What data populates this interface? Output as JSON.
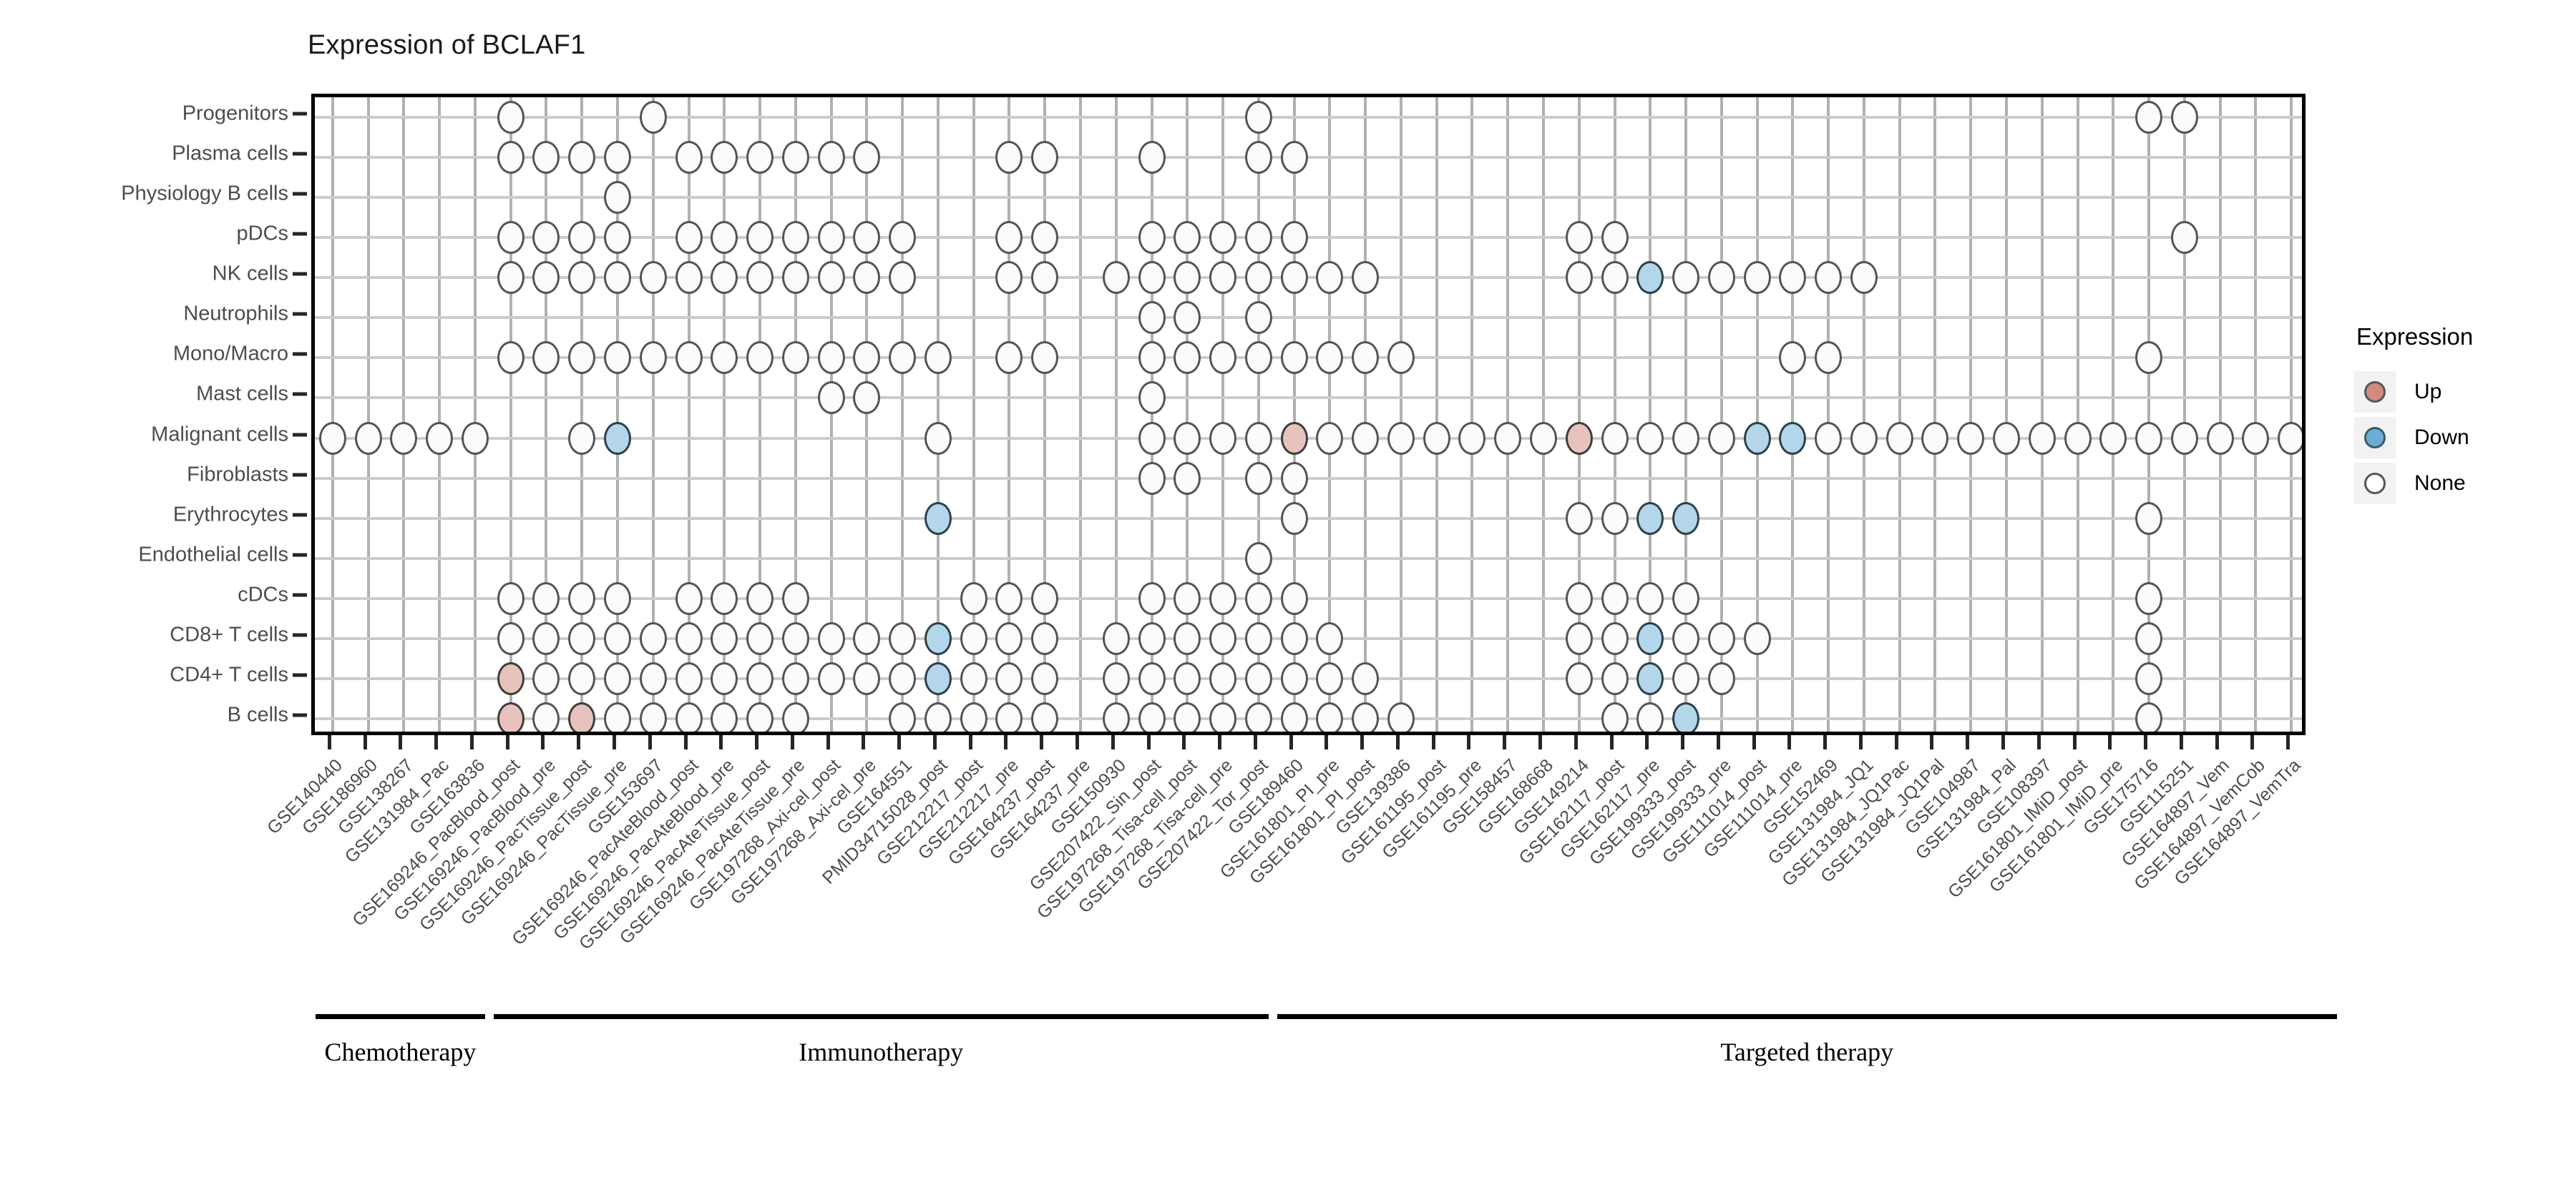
{
  "title": "Expression of BCLAF1",
  "legend": {
    "title": "Expression",
    "items": [
      {
        "label": "Up",
        "color": "#d08c7e",
        "key": "up"
      },
      {
        "label": "Down",
        "color": "#6badd6",
        "key": "down"
      },
      {
        "label": "None",
        "color": "#ffffff",
        "key": "none"
      }
    ]
  },
  "groups": [
    {
      "label": "Chemotherapy",
      "start": 0,
      "end": 4
    },
    {
      "label": "Immunotherapy",
      "start": 5,
      "end": 26
    },
    {
      "label": "Targeted therapy",
      "start": 27,
      "end": 56
    }
  ],
  "chart_data": {
    "type": "heatmap",
    "title": "Expression of BCLAF1",
    "xlabel": "",
    "ylabel": "",
    "grid": true,
    "legend_position": "right",
    "value_levels": [
      "Up",
      "Down",
      "None"
    ],
    "colors": {
      "Up": "#d08c7e",
      "Down": "#6badd6",
      "None": "#ffffff",
      "empty": null
    },
    "rows": [
      "Progenitors",
      "Plasma cells",
      "Physiology B cells",
      "pDCs",
      "NK cells",
      "Neutrophils",
      "Mono/Macro",
      "Mast cells",
      "Malignant cells",
      "Fibroblasts",
      "Erythrocytes",
      "Endothelial cells",
      "cDCs",
      "CD8+ T cells",
      "CD4+ T cells",
      "B cells"
    ],
    "columns": [
      "GSE140440",
      "GSE186960",
      "GSE138267",
      "GSE131984_Pac",
      "GSE163836",
      "GSE169246_PacBlood_post",
      "GSE169246_PacBlood_pre",
      "GSE169246_PacTissue_post",
      "GSE169246_PacTissue_pre",
      "GSE153697",
      "GSE169246_PacAteBlood_post",
      "GSE169246_PacAteBlood_pre",
      "GSE169246_PacAteTissue_post",
      "GSE169246_PacAteTissue_pre",
      "GSE197268_Axi-cel_post",
      "GSE197268_Axi-cel_pre",
      "GSE164551",
      "PMID34715028_post",
      "GSE212217_post",
      "GSE212217_pre",
      "GSE164237_post",
      "GSE164237_pre",
      "GSE150930",
      "GSE207422_Sin_post",
      "GSE197268_Tisa-cell_post",
      "GSE197268_Tisa-cell_pre",
      "GSE207422_Tor_post",
      "GSE189460",
      "GSE161801_PI_pre",
      "GSE161801_PI_post",
      "GSE139386",
      "GSE161195_post",
      "GSE161195_pre",
      "GSE158457",
      "GSE168668",
      "GSE149214",
      "GSE162117_post",
      "GSE162117_pre",
      "GSE199333_post",
      "GSE199333_pre",
      "GSE111014_post",
      "GSE111014_pre",
      "GSE152469",
      "GSE131984_JQ1",
      "GSE131984_JQ1Pac",
      "GSE131984_JQ1Pal",
      "GSE104987",
      "GSE131984_Pal",
      "GSE108397",
      "GSE161801_IMiD_post",
      "GSE161801_IMiD_pre",
      "GSE175716",
      "GSE115251",
      "GSE164897_Vem",
      "GSE164897_VemCob",
      "GSE164897_VemTra"
    ],
    "matrix": [
      [
        "",
        "",
        "",
        "",
        "",
        "None",
        "",
        "",
        "",
        "None",
        "",
        "",
        "",
        "",
        "",
        "",
        "",
        "",
        "",
        "",
        "",
        "",
        "",
        "",
        "",
        "",
        "None",
        "",
        "",
        "",
        "",
        "",
        "",
        "",
        "",
        "",
        "",
        "",
        "",
        "",
        "",
        "",
        "",
        "",
        "",
        "",
        "",
        "",
        "",
        "",
        "",
        "None",
        "None",
        "",
        "",
        ""
      ],
      [
        "",
        "",
        "",
        "",
        "",
        "None",
        "None",
        "None",
        "None",
        "",
        "None",
        "None",
        "None",
        "None",
        "None",
        "None",
        "",
        "",
        "",
        "None",
        "None",
        "",
        "",
        "None",
        "",
        "",
        "None",
        "None",
        "",
        "",
        "",
        "",
        "",
        "",
        "",
        "",
        "",
        "",
        "",
        "",
        "",
        "",
        "",
        "",
        "",
        "",
        "",
        "",
        "",
        "",
        "",
        "",
        "",
        "",
        "",
        ""
      ],
      [
        "",
        "",
        "",
        "",
        "",
        "",
        "",
        "",
        "None",
        "",
        "",
        "",
        "",
        "",
        "",
        "",
        "",
        "",
        "",
        "",
        "",
        "",
        "",
        "",
        "",
        "",
        "",
        "",
        "",
        "",
        "",
        "",
        "",
        "",
        "",
        "",
        "",
        "",
        "",
        "",
        "",
        "",
        "",
        "",
        "",
        "",
        "",
        "",
        "",
        "",
        "",
        "",
        "",
        "",
        "",
        ""
      ],
      [
        "",
        "",
        "",
        "",
        "",
        "None",
        "None",
        "None",
        "None",
        "",
        "None",
        "None",
        "None",
        "None",
        "None",
        "None",
        "None",
        "",
        "",
        "None",
        "None",
        "",
        "",
        "None",
        "None",
        "None",
        "None",
        "None",
        "",
        "",
        "",
        "",
        "",
        "",
        "",
        "None",
        "None",
        "",
        "",
        "",
        "",
        "",
        "",
        "",
        "",
        "",
        "",
        "",
        "",
        "",
        "",
        "",
        "None",
        "",
        "",
        ""
      ],
      [
        "",
        "",
        "",
        "",
        "",
        "None",
        "None",
        "None",
        "None",
        "None",
        "None",
        "None",
        "None",
        "None",
        "None",
        "None",
        "None",
        "",
        "",
        "None",
        "None",
        "",
        "None",
        "None",
        "None",
        "None",
        "None",
        "None",
        "None",
        "None",
        "",
        "",
        "",
        "",
        "",
        "None",
        "None",
        "Down",
        "None",
        "None",
        "None",
        "None",
        "None",
        "None",
        "",
        "",
        "",
        "",
        "",
        "",
        "",
        "",
        "",
        "",
        "",
        ""
      ],
      [
        "",
        "",
        "",
        "",
        "",
        "",
        "",
        "",
        "",
        "",
        "",
        "",
        "",
        "",
        "",
        "",
        "",
        "",
        "",
        "",
        "",
        "",
        "",
        "None",
        "None",
        "",
        "None",
        "",
        "",
        "",
        "",
        "",
        "",
        "",
        "",
        "",
        "",
        "",
        "",
        "",
        "",
        "",
        "",
        "",
        "",
        "",
        "",
        "",
        "",
        "",
        "",
        "",
        "",
        "",
        "",
        ""
      ],
      [
        "",
        "",
        "",
        "",
        "",
        "None",
        "None",
        "None",
        "None",
        "None",
        "None",
        "None",
        "None",
        "None",
        "None",
        "None",
        "None",
        "None",
        "",
        "None",
        "None",
        "",
        "",
        "None",
        "None",
        "None",
        "None",
        "None",
        "None",
        "None",
        "None",
        "",
        "",
        "",
        "",
        "",
        "",
        "",
        "",
        "",
        "",
        "None",
        "None",
        "",
        "",
        "",
        "",
        "",
        "",
        "",
        "",
        "None",
        "",
        "",
        "",
        ""
      ],
      [
        "",
        "",
        "",
        "",
        "",
        "",
        "",
        "",
        "",
        "",
        "",
        "",
        "",
        "",
        "None",
        "None",
        "",
        "",
        "",
        "",
        "",
        "",
        "",
        "None",
        "",
        "",
        "",
        "",
        "",
        "",
        "",
        "",
        "",
        "",
        "",
        "",
        "",
        "",
        "",
        "",
        "",
        "",
        "",
        "",
        "",
        "",
        "",
        "",
        "",
        "",
        "",
        "",
        "",
        "",
        "",
        ""
      ],
      [
        "None",
        "None",
        "None",
        "None",
        "None",
        "",
        "",
        "None",
        "Down",
        "",
        "",
        "",
        "",
        "",
        "",
        "",
        "",
        "None",
        "",
        "",
        "",
        "",
        "",
        "None",
        "None",
        "None",
        "None",
        "Up",
        "None",
        "None",
        "None",
        "None",
        "None",
        "None",
        "None",
        "Up",
        "None",
        "None",
        "None",
        "None",
        "Down",
        "Down",
        "None",
        "None",
        "None",
        "None",
        "None",
        "None",
        "None",
        "None",
        "None",
        "None",
        "None",
        "None",
        "None",
        "None"
      ],
      [
        "",
        "",
        "",
        "",
        "",
        "",
        "",
        "",
        "",
        "",
        "",
        "",
        "",
        "",
        "",
        "",
        "",
        "",
        "",
        "",
        "",
        "",
        "",
        "None",
        "None",
        "",
        "None",
        "None",
        "",
        "",
        "",
        "",
        "",
        "",
        "",
        "",
        "",
        "",
        "",
        "",
        "",
        "",
        "",
        "",
        "",
        "",
        "",
        "",
        "",
        "",
        "",
        "",
        "",
        "",
        "",
        ""
      ],
      [
        "",
        "",
        "",
        "",
        "",
        "",
        "",
        "",
        "",
        "",
        "",
        "",
        "",
        "",
        "",
        "",
        "",
        "Down",
        "",
        "",
        "",
        "",
        "",
        "",
        "",
        "",
        "",
        "None",
        "",
        "",
        "",
        "",
        "",
        "",
        "",
        "None",
        "None",
        "Down",
        "Down",
        "",
        "",
        "",
        "",
        "",
        "",
        "",
        "",
        "",
        "",
        "",
        "",
        "None",
        "",
        "",
        "",
        ""
      ],
      [
        "",
        "",
        "",
        "",
        "",
        "",
        "",
        "",
        "",
        "",
        "",
        "",
        "",
        "",
        "",
        "",
        "",
        "",
        "",
        "",
        "",
        "",
        "",
        "",
        "",
        "",
        "None",
        "",
        "",
        "",
        "",
        "",
        "",
        "",
        "",
        "",
        "",
        "",
        "",
        "",
        "",
        "",
        "",
        "",
        "",
        "",
        "",
        "",
        "",
        "",
        "",
        "",
        "",
        "",
        "",
        ""
      ],
      [
        "",
        "",
        "",
        "",
        "",
        "None",
        "None",
        "None",
        "None",
        "",
        "None",
        "None",
        "None",
        "None",
        "",
        "",
        "",
        "",
        "None",
        "None",
        "None",
        "",
        "",
        "None",
        "None",
        "None",
        "None",
        "None",
        "",
        "",
        "",
        "",
        "",
        "",
        "",
        "None",
        "None",
        "None",
        "None",
        "",
        "",
        "",
        "",
        "",
        "",
        "",
        "",
        "",
        "",
        "",
        "",
        "None",
        "",
        "",
        "",
        ""
      ],
      [
        "",
        "",
        "",
        "",
        "",
        "None",
        "None",
        "None",
        "None",
        "None",
        "None",
        "None",
        "None",
        "None",
        "None",
        "None",
        "None",
        "Down",
        "None",
        "None",
        "None",
        "",
        "None",
        "None",
        "None",
        "None",
        "None",
        "None",
        "None",
        "",
        "",
        "",
        "",
        "",
        "",
        "None",
        "None",
        "Down",
        "None",
        "None",
        "None",
        "",
        "",
        "",
        "",
        "",
        "",
        "",
        "",
        "",
        "",
        "None",
        "",
        "",
        "",
        ""
      ],
      [
        "",
        "",
        "",
        "",
        "",
        "Up",
        "None",
        "None",
        "None",
        "None",
        "None",
        "None",
        "None",
        "None",
        "None",
        "None",
        "None",
        "Down",
        "None",
        "None",
        "None",
        "",
        "None",
        "None",
        "None",
        "None",
        "None",
        "None",
        "None",
        "None",
        "",
        "",
        "",
        "",
        "",
        "None",
        "None",
        "Down",
        "None",
        "None",
        "",
        "",
        "",
        "",
        "",
        "",
        "",
        "",
        "",
        "",
        "",
        "None",
        "",
        "",
        "",
        ""
      ],
      [
        "",
        "",
        "",
        "",
        "",
        "Up",
        "None",
        "Up",
        "None",
        "None",
        "None",
        "None",
        "None",
        "None",
        "",
        "",
        "None",
        "None",
        "None",
        "None",
        "None",
        "",
        "None",
        "None",
        "None",
        "None",
        "None",
        "None",
        "None",
        "None",
        "None",
        "",
        "",
        "",
        "",
        "",
        "None",
        "None",
        "Down",
        "",
        "",
        "",
        "",
        "",
        "",
        "",
        "",
        "",
        "",
        "",
        "",
        "None",
        "",
        "",
        "",
        ""
      ]
    ]
  }
}
